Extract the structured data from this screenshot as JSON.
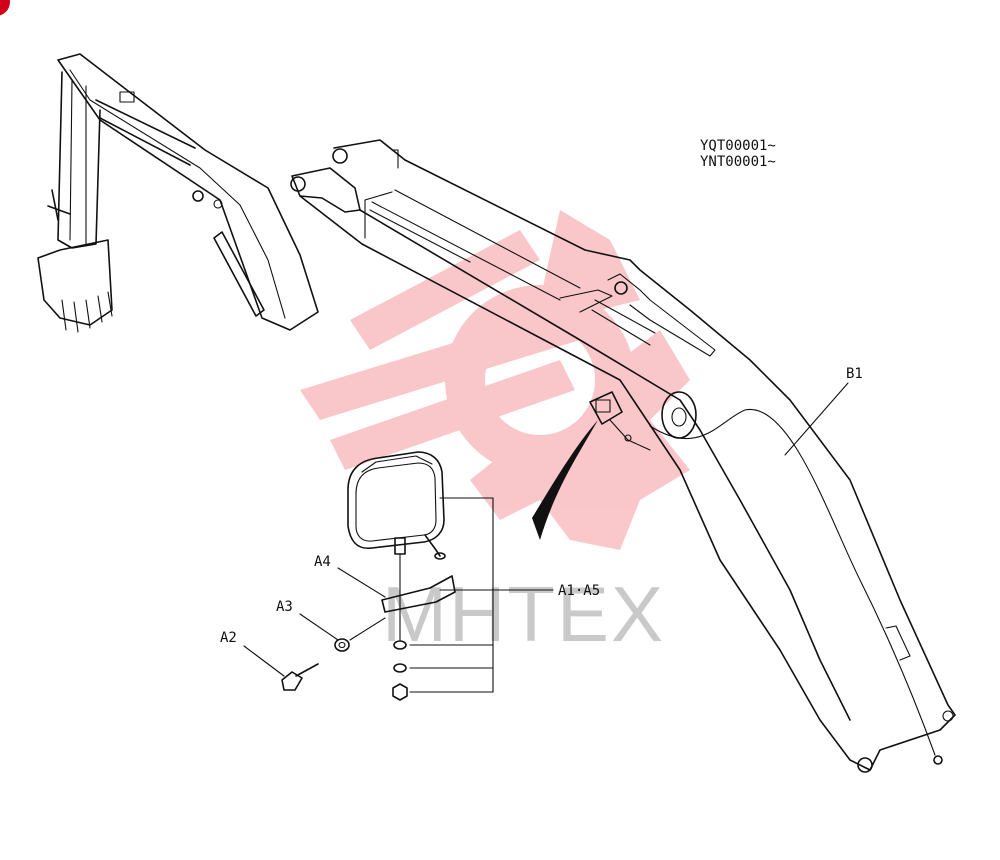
{
  "serial_numbers": [
    "YQT00001~",
    "YNT00001~"
  ],
  "callouts": {
    "b1": "B1",
    "a1_a5": "A1·A5",
    "a4": "A4",
    "a3": "A3",
    "a2": "A2"
  },
  "watermark": {
    "text": "MHTEX",
    "color": "#e60012"
  },
  "corner_badge_color": "#d0021b"
}
